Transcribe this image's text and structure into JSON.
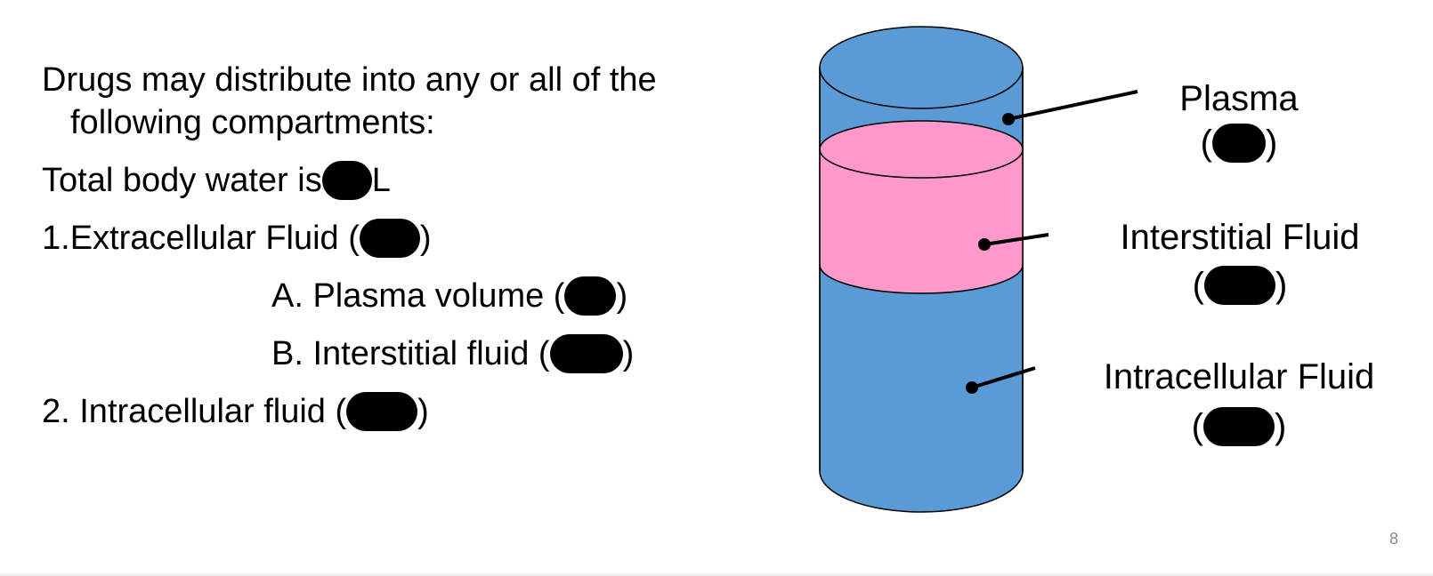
{
  "intro": {
    "line1": "Drugs may distribute into any or all of the",
    "line2": "following compartments:"
  },
  "total_water": {
    "prefix": "Total body water is",
    "suffix": "L"
  },
  "items": {
    "ecf": {
      "label": "1.Extracellular Fluid (",
      "close": ")"
    },
    "plasma": {
      "label": "A. Plasma volume (",
      "close": ")"
    },
    "interstitial": {
      "label": "B. Interstitial fluid (",
      "close": ")"
    },
    "icf": {
      "label": "2. Intracellular fluid (",
      "close": ")"
    }
  },
  "diagram_labels": {
    "plasma": "Plasma",
    "interstitial": "Interstitial Fluid",
    "intracellular": "Intracellular Fluid",
    "open_paren": "(",
    "close_paren": ")"
  },
  "colors": {
    "cylinder_blue": "#5b9bd5",
    "interstitial_pink": "#ff99cc",
    "outline": "#000000",
    "redaction": "#000000"
  },
  "page_number": "8"
}
